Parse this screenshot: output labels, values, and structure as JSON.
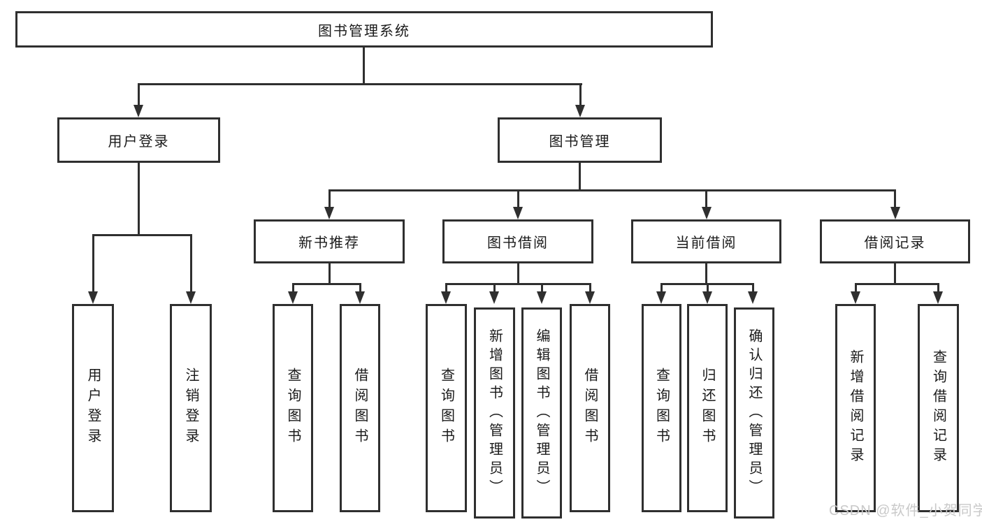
{
  "tree": {
    "root": {
      "label": "图书管理系统",
      "children": [
        {
          "label": "用户登录",
          "children": [
            {
              "label": "用户登录"
            },
            {
              "label": "注销登录"
            }
          ]
        },
        {
          "label": "图书管理",
          "children": [
            {
              "label": "新书推荐",
              "children": [
                {
                  "label": "查询图书"
                },
                {
                  "label": "借阅图书"
                }
              ]
            },
            {
              "label": "图书借阅",
              "children": [
                {
                  "label": "查询图书"
                },
                {
                  "label": "新增图书（管理员）"
                },
                {
                  "label": "编辑图书（管理员）"
                },
                {
                  "label": "借阅图书"
                }
              ]
            },
            {
              "label": "当前借阅",
              "children": [
                {
                  "label": "查询图书"
                },
                {
                  "label": "归还图书"
                },
                {
                  "label": "确认归还（管理员）"
                }
              ]
            },
            {
              "label": "借阅记录",
              "children": [
                {
                  "label": "新增借阅记录"
                },
                {
                  "label": "查询借阅记录"
                }
              ]
            }
          ]
        }
      ]
    }
  },
  "watermark": {
    "text": "CSDN @软件_小贺同学"
  },
  "colors": {
    "line": "#2f2f2f",
    "text": "#1a1a1a",
    "watermark": "#c9c9c9",
    "bg": "#ffffff"
  }
}
